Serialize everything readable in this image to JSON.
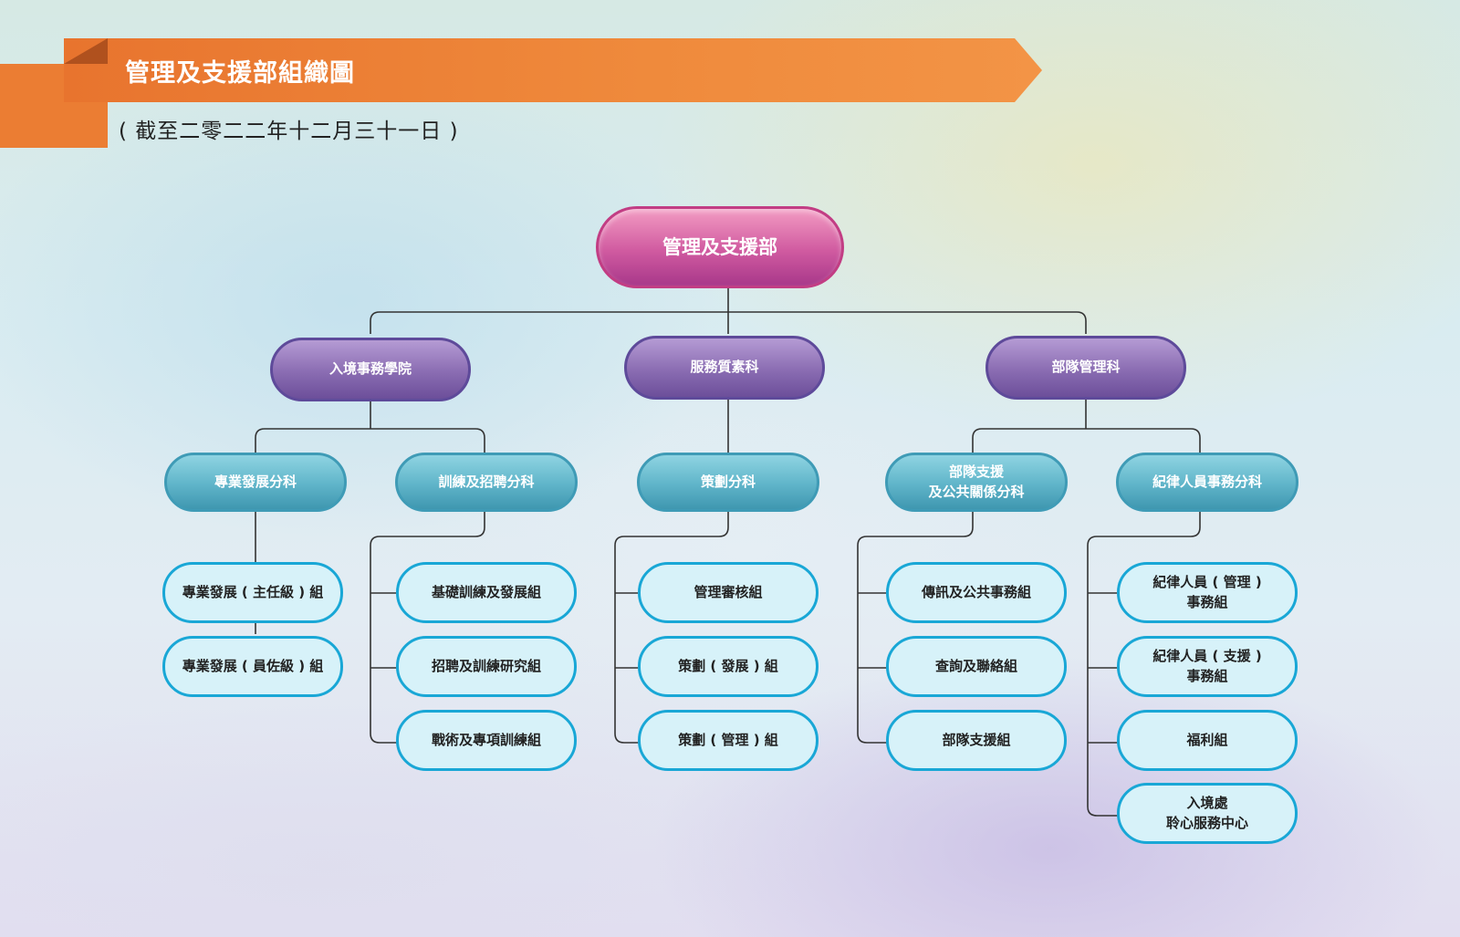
{
  "header": {
    "title": "管理及支援部組織圖",
    "subtitle": "( 截至二零二二年十二月三十一日 )"
  },
  "colors": {
    "banner": "#ef8a3c",
    "root": "#c23d84",
    "level1": "#6c4f9a",
    "level2": "#3f97b0",
    "level3_border": "#19a7d6",
    "connector": "#333333"
  },
  "org": {
    "root": "管理及支援部",
    "level1": [
      "入境事務學院",
      "服務質素科",
      "部隊管理科"
    ],
    "level2": [
      "專業發展分科",
      "訓練及招聘分科",
      "策劃分科",
      "部隊支援\n及公共關係分科",
      "紀律人員事務分科"
    ],
    "level3": {
      "prof_dev": [
        "專業發展 ( 主任級 ) 組",
        "專業發展 ( 員佐級 ) 組"
      ],
      "training": [
        "基礎訓練及發展組",
        "招聘及訓練研究組",
        "戰術及專項訓練組"
      ],
      "planning": [
        "管理審核組",
        "策劃 ( 發展 ) 組",
        "策劃 ( 管理 ) 組"
      ],
      "support": [
        "傳訊及公共事務組",
        "查詢及聯絡組",
        "部隊支援組"
      ],
      "disciplined": [
        "紀律人員 ( 管理 )\n事務組",
        "紀律人員 ( 支援 )\n事務組",
        "福利組",
        "入境處\n聆心服務中心"
      ]
    }
  }
}
